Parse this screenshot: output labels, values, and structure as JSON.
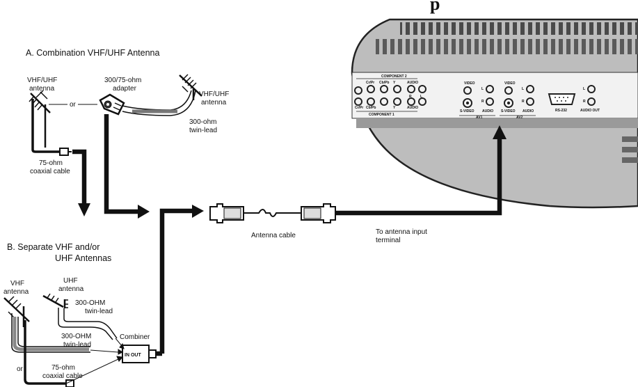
{
  "page_title_fragment": "p",
  "section_a": {
    "heading": "A. Combination VHF/UHF Antenna",
    "antenna_left_line1": "VHF/UHF",
    "antenna_left_line2": "antenna",
    "adapter_line1": "300/75-ohm",
    "adapter_line2": "adapter",
    "antenna_right_line1": "VHF/UHF",
    "antenna_right_line2": "antenna",
    "or_label": "or",
    "twin_lead_line1": "300-ohm",
    "twin_lead_line2": "twin-lead",
    "coax_line1": "75-ohm",
    "coax_line2": "coaxial cable"
  },
  "section_b": {
    "heading_line1": "B. Separate VHF and/or",
    "heading_line2": "UHF Antennas",
    "vhf_line1": "VHF",
    "vhf_line2": "antenna",
    "uhf_line1": "UHF",
    "uhf_line2": "antenna",
    "uhf_twin_line1": "300-OHM",
    "uhf_twin_line2": "twin-lead",
    "vhf_twin_line1": "300-OHM",
    "vhf_twin_line2": "twin-lead",
    "or_label": "or",
    "coax_line1": "75-ohm",
    "coax_line2": "coaxial cable",
    "combiner_label": "Combiner",
    "combiner_ports": "IN OUT"
  },
  "cable": {
    "antenna_cable_label": "Antenna cable",
    "terminal_line1": "To antenna input",
    "terminal_line2": "terminal"
  },
  "tv_panel": {
    "component2": "COMPONENT 2",
    "component1": "COMPONENT 1",
    "audio": "AUDIO",
    "video": "VIDEO",
    "svideo": "S-VIDEO",
    "av1": "AV1",
    "av2": "AV2",
    "rs232": "RS-232",
    "audio_out": "AUDIO OUT",
    "l": "L",
    "r": "R",
    "y": "Y",
    "cb_pb": "Cb/Pb",
    "cr_pr": "Cr/Pr"
  }
}
